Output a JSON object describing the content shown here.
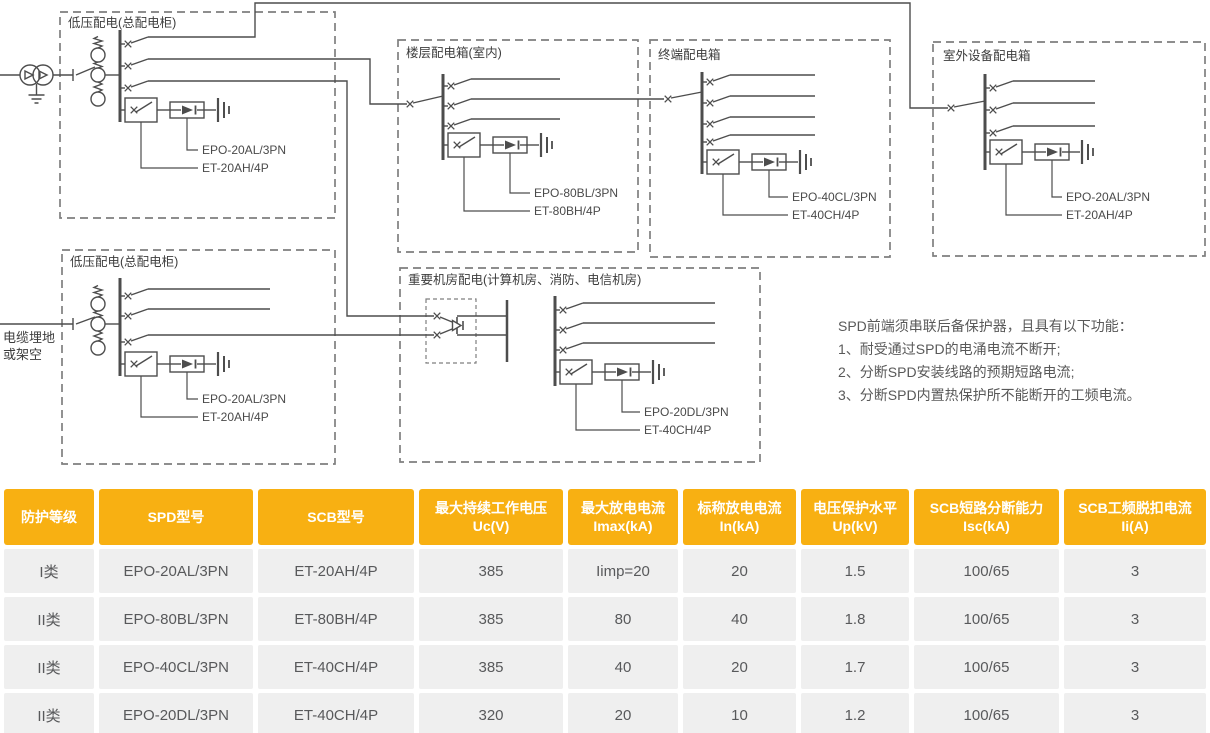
{
  "diagram": {
    "panels": {
      "main_top": {
        "title": "低压配电(总配电柜)",
        "spd": "EPO-20AL/3PN",
        "scb": "ET-20AH/4P"
      },
      "floor": {
        "title": "楼层配电箱(室内)",
        "spd": "EPO-80BL/3PN",
        "scb": "ET-80BH/4P"
      },
      "terminal": {
        "title": "终端配电箱",
        "spd": "EPO-40CL/3PN",
        "scb": "ET-40CH/4P"
      },
      "outdoor": {
        "title": "室外设备配电箱",
        "spd": "EPO-20AL/3PN",
        "scb": "ET-20AH/4P"
      },
      "main_bottom": {
        "title": "低压配电(总配电柜)",
        "spd": "EPO-20AL/3PN",
        "scb": "ET-20AH/4P"
      },
      "server_room": {
        "title": "重要机房配电(计算机房、消防、电信机房)",
        "spd": "EPO-20DL/3PN",
        "scb": "ET-40CH/4P"
      }
    },
    "cable_label_line1": "电缆埋地",
    "cable_label_line2": "或架空",
    "notes": {
      "heading": "SPD前端须串联后备保护器，且具有以下功能：",
      "item1": "1、耐受通过SPD的电涌电流不断开;",
      "item2": "2、分断SPD安装线路的预期短路电流;",
      "item3": "3、分断SPD内置热保护所不能断开的工频电流。"
    }
  },
  "table": {
    "headers": [
      {
        "t": "防护等级",
        "u": ""
      },
      {
        "t": "SPD型号",
        "u": ""
      },
      {
        "t": "SCB型号",
        "u": ""
      },
      {
        "t": "最大持续工作电压",
        "u": "Uc(V)"
      },
      {
        "t": "最大放电电流",
        "u": "Imax(kA)"
      },
      {
        "t": "标称放电电流",
        "u": "In(kA)"
      },
      {
        "t": "电压保护水平",
        "u": "Up(kV)"
      },
      {
        "t": "SCB短路分断能力",
        "u": "Isc(kA)"
      },
      {
        "t": "SCB工频脱扣电流",
        "u": "Ii(A)"
      }
    ],
    "rows": [
      [
        "I类",
        "EPO-20AL/3PN",
        "ET-20AH/4P",
        "385",
        "Iimp=20",
        "20",
        "1.5",
        "100/65",
        "3"
      ],
      [
        "II类",
        "EPO-80BL/3PN",
        "ET-80BH/4P",
        "385",
        "80",
        "40",
        "1.8",
        "100/65",
        "3"
      ],
      [
        "II类",
        "EPO-40CL/3PN",
        "ET-40CH/4P",
        "385",
        "40",
        "20",
        "1.7",
        "100/65",
        "3"
      ],
      [
        "II类",
        "EPO-20DL/3PN",
        "ET-40CH/4P",
        "320",
        "20",
        "10",
        "1.2",
        "100/65",
        "3"
      ]
    ]
  },
  "colors": {
    "header_bg": "#F8B012",
    "row_bg": "#EFEFEF",
    "line": "#4d4d4d"
  }
}
